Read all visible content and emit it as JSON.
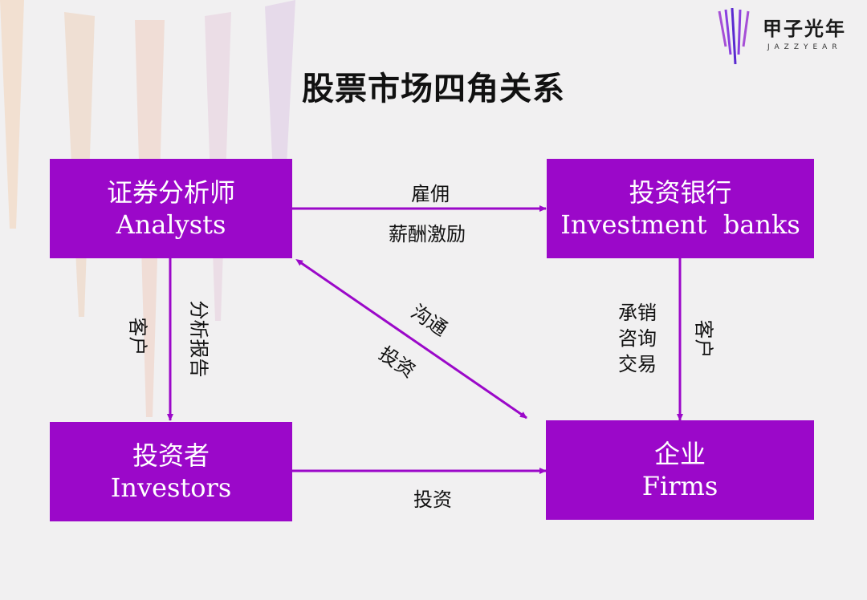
{
  "title": "股票市场四角关系",
  "logo": {
    "name": "甲子光年",
    "sub": "JAZZYEAR"
  },
  "nodes": {
    "analysts": {
      "zh": "证券分析师",
      "en": "Analysts"
    },
    "banks": {
      "zh": "投资银行",
      "en": "Investment  banks"
    },
    "investors": {
      "zh": "投资者",
      "en": "Investors"
    },
    "firms": {
      "zh": "企业",
      "en": "Firms"
    }
  },
  "edges": {
    "analysts_to_banks": {
      "top": "雇佣",
      "bottom": "薪酬激励"
    },
    "analysts_to_investors": {
      "left": "客户",
      "right": "分析报告"
    },
    "banks_to_firms": {
      "left": [
        "承销",
        "咨询",
        "交易"
      ],
      "right": "客户"
    },
    "diagonal": {
      "upper": "沟通",
      "lower": "投资"
    },
    "investors_to_firms": {
      "label": "投资"
    }
  },
  "colors": {
    "box": "#9b08c9",
    "arrow": "#9b08c9",
    "background": "#f1f0f1"
  }
}
